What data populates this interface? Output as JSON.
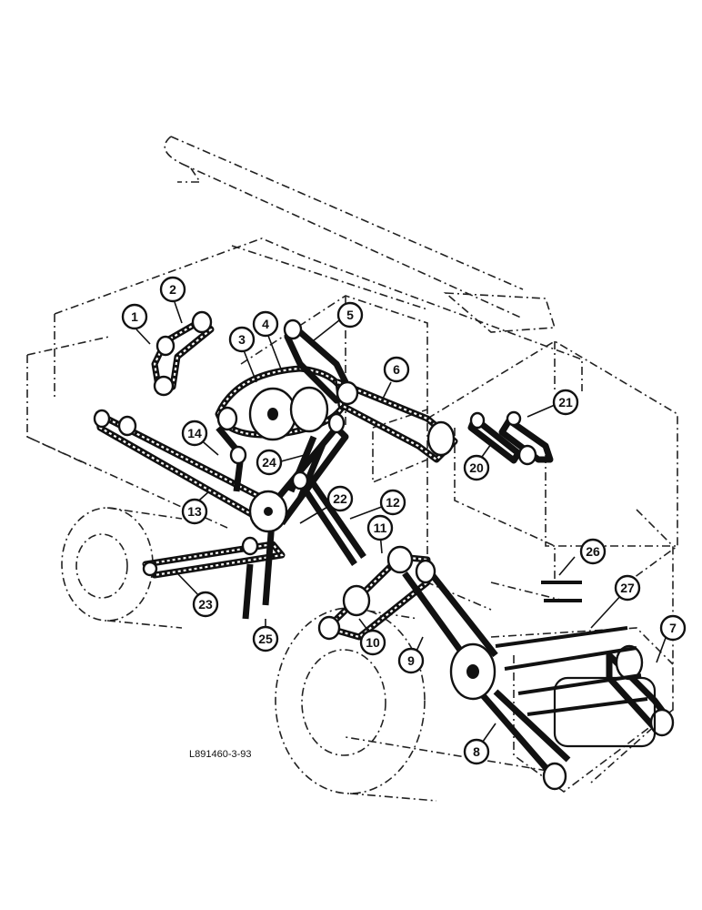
{
  "figure": {
    "reference_code": "L891460-3-93",
    "callout_numbers": [
      "1",
      "2",
      "3",
      "4",
      "5",
      "6",
      "7",
      "8",
      "9",
      "10",
      "11",
      "12",
      "13",
      "14",
      "20",
      "21",
      "22",
      "23",
      "24",
      "25",
      "26",
      "27"
    ]
  },
  "colors": {
    "line": "#111111",
    "background": "#ffffff"
  }
}
